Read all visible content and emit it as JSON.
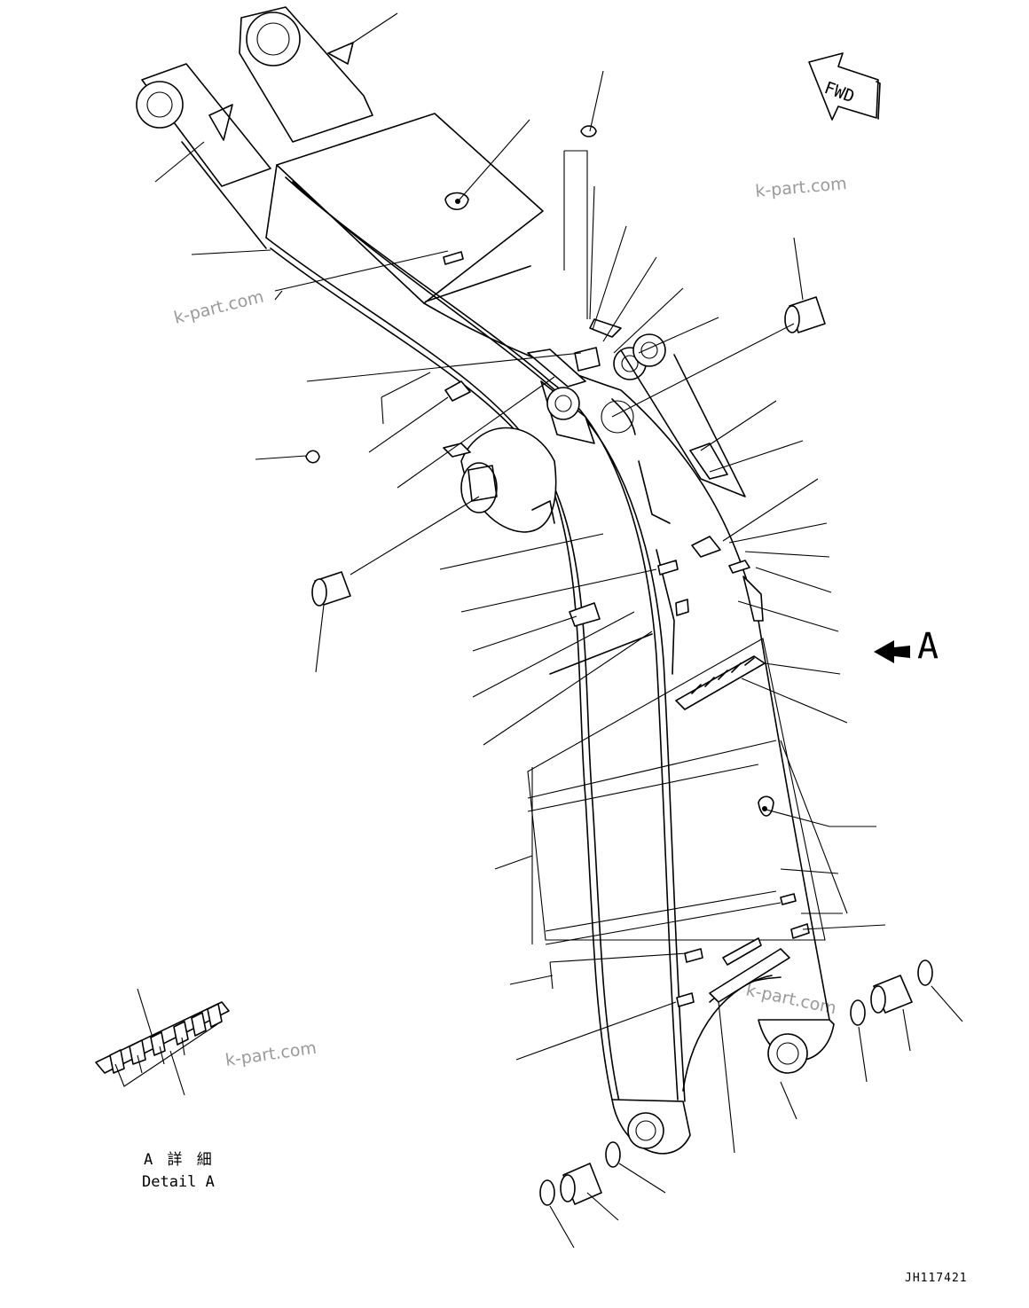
{
  "diagram": {
    "direction_tag": "FWD",
    "view_marker": "A",
    "detail_caption_jp": "A 詳 細",
    "detail_caption_en": "Detail A",
    "drawing_number": "JH117421",
    "watermarks": [
      "k-part.com",
      "k-part.com",
      "k-part.com",
      "k-part.com"
    ]
  }
}
